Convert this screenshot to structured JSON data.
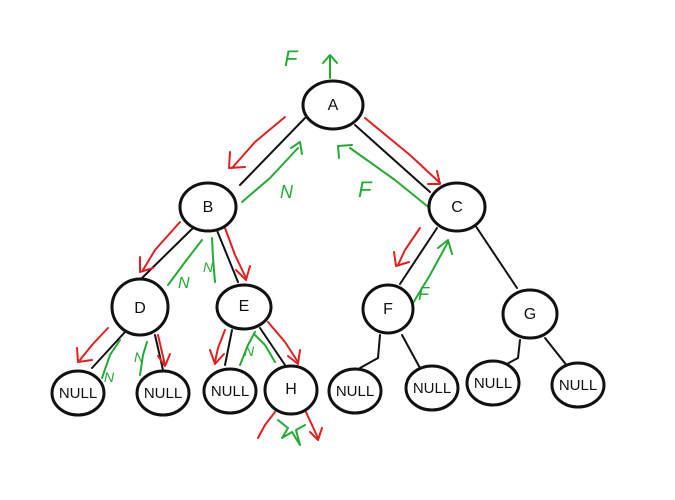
{
  "colors": {
    "edge": "#111111",
    "node_stroke": "#111111",
    "node_fill": "#ffffff",
    "traverse_down": "#e02020",
    "traverse_up": "#22aa33"
  },
  "nodes": {
    "A": "A",
    "B": "B",
    "C": "C",
    "D": "D",
    "E": "E",
    "F": "F",
    "G": "G",
    "H": "H",
    "null_label": "NULL"
  },
  "annotations": {
    "top_left": "F",
    "a_b_edge": "N",
    "a_c_edge": "F",
    "b_d_edge": "N",
    "b_e_edge": "N",
    "c_f_edge": "F",
    "d_null_a": "N",
    "d_null_b": "N",
    "e_null_edge": "N"
  }
}
